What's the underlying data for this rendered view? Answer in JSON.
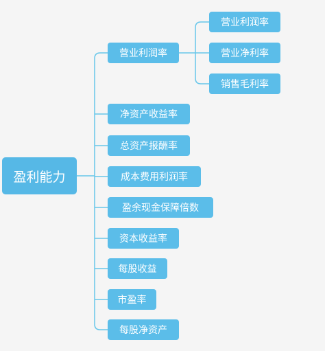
{
  "diagram": {
    "line_color": "#66c6ea",
    "node_color": "#5bbde9",
    "text_color": "#ffffff",
    "background": "#f5f5f5",
    "root": {
      "label": "盈利能力"
    },
    "branches": [
      {
        "label": "营业利润率",
        "children": [
          {
            "label": "营业利润率"
          },
          {
            "label": "营业净利率"
          },
          {
            "label": "销售毛利率"
          }
        ]
      },
      {
        "label": "净资产收益率",
        "children": []
      },
      {
        "label": "总资产报酬率",
        "children": []
      },
      {
        "label": "成本费用利润率",
        "children": []
      },
      {
        "label": "盈余现金保障倍数",
        "children": []
      },
      {
        "label": "资本收益率",
        "children": []
      },
      {
        "label": "每股收益",
        "children": []
      },
      {
        "label": "市盈率",
        "children": []
      },
      {
        "label": "每股净资产",
        "children": []
      }
    ]
  }
}
